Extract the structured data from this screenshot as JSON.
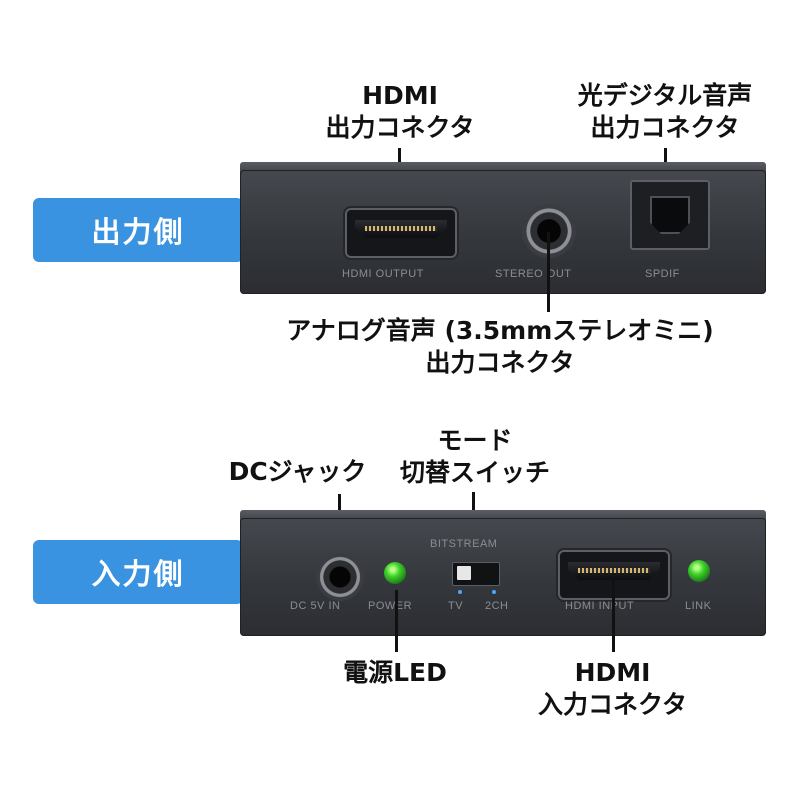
{
  "badges": {
    "output_side": "出力側",
    "input_side": "入力側"
  },
  "output_panel": {
    "callouts": {
      "hdmi_out_line1": "HDMI",
      "hdmi_out_line2": "出力コネクタ",
      "optical_line1": "光デジタル音声",
      "optical_line2": "出力コネクタ",
      "analog_line1": "アナログ音声 (3.5mmステレオミニ)",
      "analog_line2": "出力コネクタ"
    },
    "labels": {
      "hdmi_output": "HDMI OUTPUT",
      "stereo_out": "STEREO OUT",
      "spdif": "SPDIF"
    }
  },
  "input_panel": {
    "callouts": {
      "mode_line1": "モード",
      "mode_line2": "切替スイッチ",
      "dc_jack": "DCジャック",
      "power_led": "電源LED",
      "hdmi_in_line1": "HDMI",
      "hdmi_in_line2": "入力コネクタ"
    },
    "labels": {
      "dc_5v_in": "DC 5V IN",
      "power": "POWER",
      "bitstream": "BITSTREAM",
      "tv": "TV",
      "two_ch": "2CH",
      "hdmi_input": "HDMI INPUT",
      "link": "LINK"
    }
  },
  "colors": {
    "badge_blue": "#3a93e0",
    "panel_dark": "#34373c",
    "led_green": "#3ed22b"
  }
}
